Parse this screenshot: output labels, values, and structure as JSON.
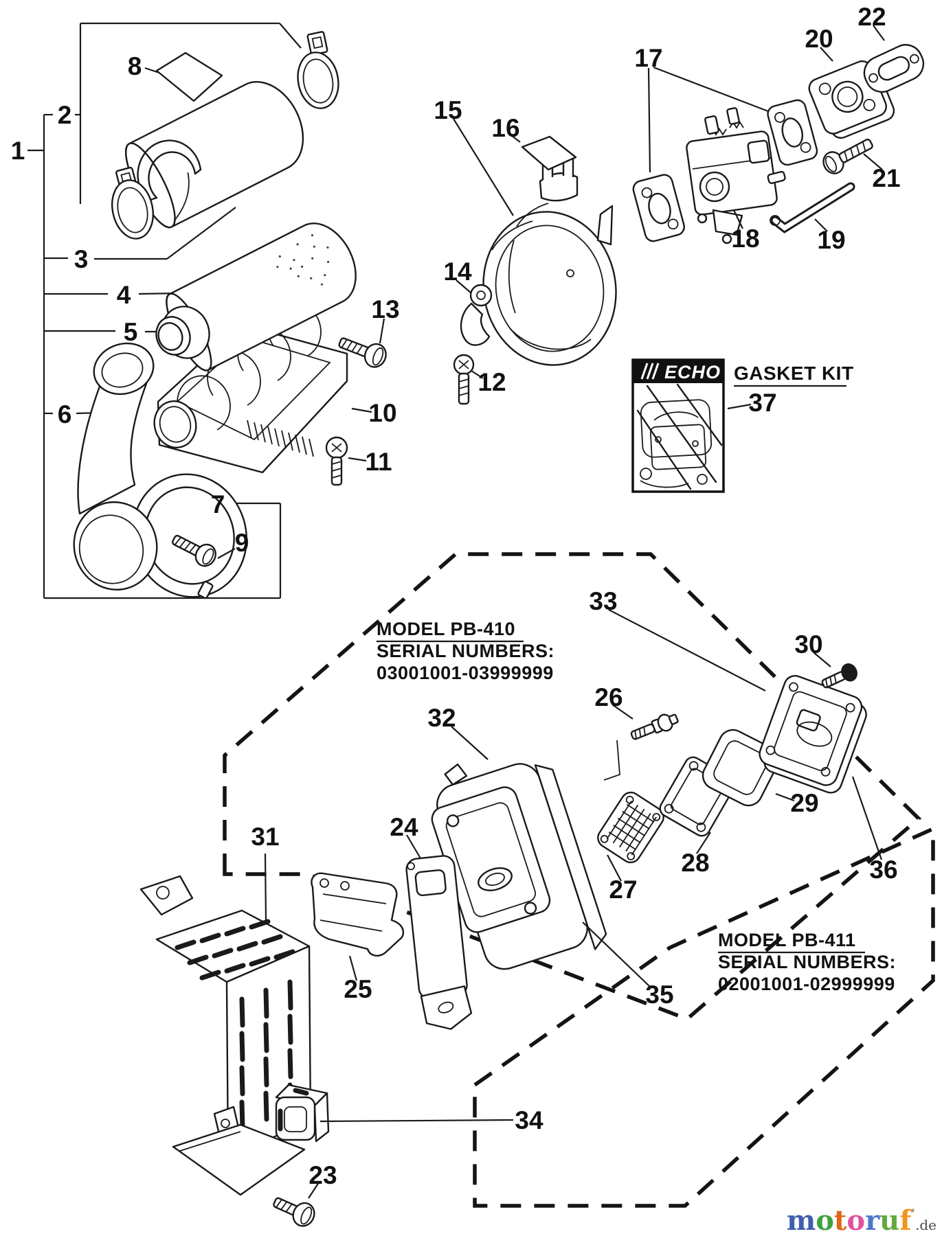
{
  "part_labels": [
    "1",
    "2",
    "3",
    "4",
    "5",
    "6",
    "7",
    "8",
    "9",
    "10",
    "11",
    "12",
    "13",
    "14",
    "15",
    "16",
    "17",
    "18",
    "19",
    "20",
    "21",
    "22",
    "23",
    "24",
    "25",
    "26",
    "27",
    "28",
    "29",
    "30",
    "31",
    "32",
    "33",
    "34",
    "35",
    "36",
    "37"
  ],
  "gasket_kit": {
    "logo": "ECHO",
    "label": "GASKET KIT"
  },
  "regions": {
    "pb410": {
      "model": "MODEL  PB-410",
      "serial_heading": "SERIAL  NUMBERS:",
      "serial_range": "03001001-03999999"
    },
    "pb411": {
      "model": "MODEL  PB-411",
      "serial_heading": "SERIAL  NUMBERS:",
      "serial_range": "02001001-02999999"
    }
  },
  "watermark": {
    "chars": [
      "m",
      "o",
      "t",
      "o",
      "r",
      "u",
      "f"
    ],
    "tick": "'",
    "suffix": ".de",
    "colors": [
      "#3f5fae",
      "#3fa23f",
      "#e0641a",
      "#e0519e",
      "#4a78c8",
      "#62a83f",
      "#f0941f"
    ],
    "suffix_color": "#4a4a4a"
  },
  "ink_color": "#1a1a1a"
}
